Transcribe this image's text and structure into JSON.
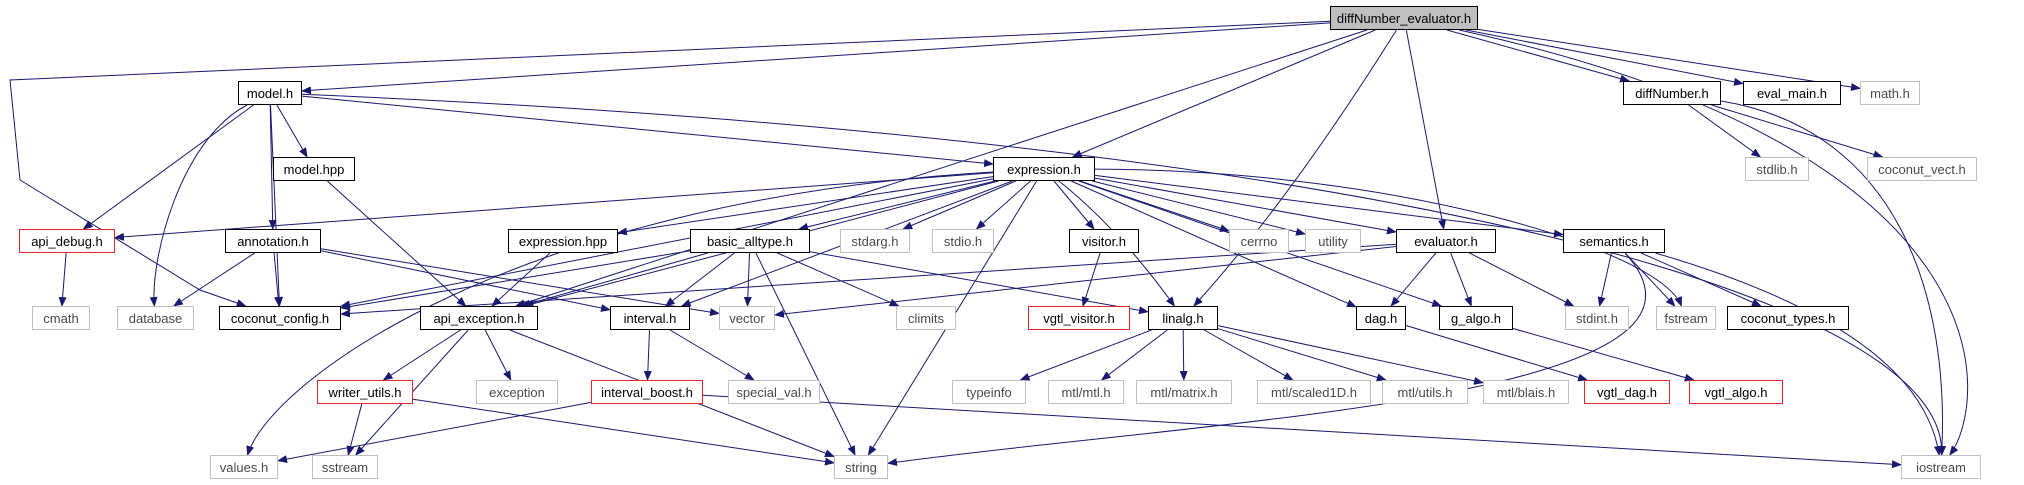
{
  "diagram": {
    "title": "diffNumber_evaluator.h",
    "colors": {
      "edge": "#191970",
      "documented_border": "#000000",
      "external_border": "#bfbfbf",
      "truncated_border": "#e0272b",
      "root_fill": "#bfbfbf"
    },
    "nodes": [
      {
        "id": "root",
        "label": "diffNumber_evaluator.h",
        "style": "root"
      },
      {
        "id": "model_h",
        "label": "model.h",
        "style": "documented"
      },
      {
        "id": "diffNumber_h",
        "label": "diffNumber.h",
        "style": "documented"
      },
      {
        "id": "eval_main_h",
        "label": "eval_main.h",
        "style": "documented"
      },
      {
        "id": "math_h",
        "label": "math.h",
        "style": "external"
      },
      {
        "id": "model_hpp",
        "label": "model.hpp",
        "style": "documented"
      },
      {
        "id": "expression_h",
        "label": "expression.h",
        "style": "documented"
      },
      {
        "id": "stdlib_h",
        "label": "stdlib.h",
        "style": "external"
      },
      {
        "id": "coconut_vect_h",
        "label": "coconut_vect.h",
        "style": "external"
      },
      {
        "id": "api_debug_h",
        "label": "api_debug.h",
        "style": "truncated"
      },
      {
        "id": "annotation_h",
        "label": "annotation.h",
        "style": "documented"
      },
      {
        "id": "expression_hpp",
        "label": "expression.hpp",
        "style": "documented"
      },
      {
        "id": "basic_alltype_h",
        "label": "basic_alltype.h",
        "style": "documented"
      },
      {
        "id": "stdarg_h",
        "label": "stdarg.h",
        "style": "external"
      },
      {
        "id": "stdio_h",
        "label": "stdio.h",
        "style": "external"
      },
      {
        "id": "visitor_h",
        "label": "visitor.h",
        "style": "documented"
      },
      {
        "id": "cerrno",
        "label": "cerrno",
        "style": "external"
      },
      {
        "id": "utility",
        "label": "utility",
        "style": "external"
      },
      {
        "id": "evaluator_h",
        "label": "evaluator.h",
        "style": "documented"
      },
      {
        "id": "semantics_h",
        "label": "semantics.h",
        "style": "documented"
      },
      {
        "id": "cmath",
        "label": "cmath",
        "style": "external"
      },
      {
        "id": "database",
        "label": "database",
        "style": "external"
      },
      {
        "id": "coconut_config_h",
        "label": "coconut_config.h",
        "style": "documented"
      },
      {
        "id": "api_exception_h",
        "label": "api_exception.h",
        "style": "documented"
      },
      {
        "id": "interval_h",
        "label": "interval.h",
        "style": "documented"
      },
      {
        "id": "vector",
        "label": "vector",
        "style": "external"
      },
      {
        "id": "climits",
        "label": "climits",
        "style": "external"
      },
      {
        "id": "vgtl_visitor_h",
        "label": "vgtl_visitor.h",
        "style": "truncated"
      },
      {
        "id": "linalg_h",
        "label": "linalg.h",
        "style": "documented"
      },
      {
        "id": "dag_h",
        "label": "dag.h",
        "style": "documented"
      },
      {
        "id": "g_algo_h",
        "label": "g_algo.h",
        "style": "documented"
      },
      {
        "id": "stdint_h",
        "label": "stdint.h",
        "style": "external"
      },
      {
        "id": "fstream",
        "label": "fstream",
        "style": "external"
      },
      {
        "id": "coconut_types_h",
        "label": "coconut_types.h",
        "style": "documented"
      },
      {
        "id": "writer_utils_h",
        "label": "writer_utils.h",
        "style": "truncated"
      },
      {
        "id": "exception",
        "label": "exception",
        "style": "external"
      },
      {
        "id": "interval_boost_h",
        "label": "interval_boost.h",
        "style": "truncated"
      },
      {
        "id": "special_val_h",
        "label": "special_val.h",
        "style": "external"
      },
      {
        "id": "typeinfo",
        "label": "typeinfo",
        "style": "external"
      },
      {
        "id": "mtl_mtl_h",
        "label": "mtl/mtl.h",
        "style": "external"
      },
      {
        "id": "mtl_matrix_h",
        "label": "mtl/matrix.h",
        "style": "external"
      },
      {
        "id": "mtl_scaled1D_h",
        "label": "mtl/scaled1D.h",
        "style": "external"
      },
      {
        "id": "mtl_utils_h",
        "label": "mtl/utils.h",
        "style": "external"
      },
      {
        "id": "mtl_blais_h",
        "label": "mtl/blais.h",
        "style": "external"
      },
      {
        "id": "vgtl_dag_h",
        "label": "vgtl_dag.h",
        "style": "truncated"
      },
      {
        "id": "vgtl_algo_h",
        "label": "vgtl_algo.h",
        "style": "truncated"
      },
      {
        "id": "values_h",
        "label": "values.h",
        "style": "external"
      },
      {
        "id": "sstream",
        "label": "sstream",
        "style": "external"
      },
      {
        "id": "string",
        "label": "string",
        "style": "external"
      },
      {
        "id": "iostream",
        "label": "iostream",
        "style": "external"
      }
    ],
    "edges": [
      [
        "root",
        "model_h"
      ],
      [
        "root",
        "diffNumber_h"
      ],
      [
        "root",
        "eval_main_h"
      ],
      [
        "root",
        "math_h"
      ],
      [
        "root",
        "expression_h"
      ],
      [
        "root",
        "evaluator_h"
      ],
      [
        "root",
        "api_exception_h"
      ],
      [
        "root",
        "linalg_h"
      ],
      [
        "root",
        "coconut_config_h"
      ],
      [
        "root",
        "iostream"
      ],
      [
        "model_h",
        "model_hpp"
      ],
      [
        "model_h",
        "expression_h"
      ],
      [
        "model_h",
        "api_debug_h"
      ],
      [
        "model_h",
        "annotation_h"
      ],
      [
        "model_h",
        "coconut_config_h"
      ],
      [
        "model_h",
        "iostream"
      ],
      [
        "model_h",
        "database"
      ],
      [
        "model_hpp",
        "api_exception_h"
      ],
      [
        "diffNumber_h",
        "stdlib_h"
      ],
      [
        "diffNumber_h",
        "coconut_vect_h"
      ],
      [
        "diffNumber_h",
        "iostream"
      ],
      [
        "expression_h",
        "api_debug_h"
      ],
      [
        "expression_h",
        "expression_hpp"
      ],
      [
        "expression_h",
        "basic_alltype_h"
      ],
      [
        "expression_h",
        "stdarg_h"
      ],
      [
        "expression_h",
        "stdio_h"
      ],
      [
        "expression_h",
        "visitor_h"
      ],
      [
        "expression_h",
        "cerrno"
      ],
      [
        "expression_h",
        "utility"
      ],
      [
        "expression_h",
        "evaluator_h"
      ],
      [
        "expression_h",
        "semantics_h"
      ],
      [
        "expression_h",
        "coconut_config_h"
      ],
      [
        "expression_h",
        "api_exception_h"
      ],
      [
        "expression_h",
        "interval_h"
      ],
      [
        "expression_h",
        "linalg_h"
      ],
      [
        "expression_h",
        "dag_h"
      ],
      [
        "expression_h",
        "g_algo_h"
      ],
      [
        "expression_h",
        "fstream"
      ],
      [
        "expression_h",
        "string"
      ],
      [
        "expression_h",
        "values_h"
      ],
      [
        "api_debug_h",
        "cmath"
      ],
      [
        "annotation_h",
        "database"
      ],
      [
        "annotation_h",
        "coconut_config_h"
      ],
      [
        "annotation_h",
        "interval_h"
      ],
      [
        "annotation_h",
        "vector"
      ],
      [
        "expression_hpp",
        "api_exception_h"
      ],
      [
        "basic_alltype_h",
        "coconut_config_h"
      ],
      [
        "basic_alltype_h",
        "api_exception_h"
      ],
      [
        "basic_alltype_h",
        "interval_h"
      ],
      [
        "basic_alltype_h",
        "vector"
      ],
      [
        "basic_alltype_h",
        "climits"
      ],
      [
        "basic_alltype_h",
        "linalg_h"
      ],
      [
        "basic_alltype_h",
        "string"
      ],
      [
        "visitor_h",
        "vgtl_visitor_h"
      ],
      [
        "evaluator_h",
        "vector"
      ],
      [
        "evaluator_h",
        "coconut_config_h"
      ],
      [
        "evaluator_h",
        "dag_h"
      ],
      [
        "evaluator_h",
        "g_algo_h"
      ],
      [
        "evaluator_h",
        "stdint_h"
      ],
      [
        "semantics_h",
        "stdint_h"
      ],
      [
        "semantics_h",
        "fstream"
      ],
      [
        "semantics_h",
        "coconut_types_h"
      ],
      [
        "semantics_h",
        "iostream"
      ],
      [
        "semantics_h",
        "string"
      ],
      [
        "api_exception_h",
        "writer_utils_h"
      ],
      [
        "api_exception_h",
        "exception"
      ],
      [
        "api_exception_h",
        "sstream"
      ],
      [
        "api_exception_h",
        "string"
      ],
      [
        "interval_h",
        "interval_boost_h"
      ],
      [
        "interval_h",
        "special_val_h"
      ],
      [
        "writer_utils_h",
        "sstream"
      ],
      [
        "writer_utils_h",
        "string"
      ],
      [
        "interval_boost_h",
        "values_h"
      ],
      [
        "interval_boost_h",
        "iostream"
      ],
      [
        "linalg_h",
        "typeinfo"
      ],
      [
        "linalg_h",
        "mtl_mtl_h"
      ],
      [
        "linalg_h",
        "mtl_matrix_h"
      ],
      [
        "linalg_h",
        "mtl_scaled1D_h"
      ],
      [
        "linalg_h",
        "mtl_utils_h"
      ],
      [
        "linalg_h",
        "mtl_blais_h"
      ],
      [
        "dag_h",
        "vgtl_dag_h"
      ],
      [
        "g_algo_h",
        "vgtl_algo_h"
      ]
    ]
  }
}
